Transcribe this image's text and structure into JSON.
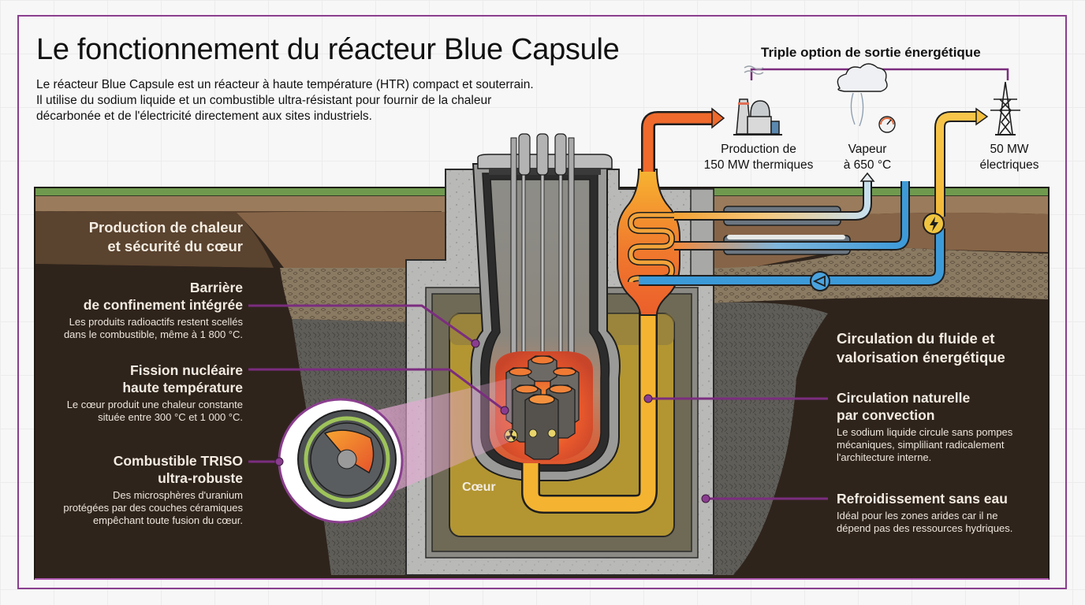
{
  "header": {
    "title": "Le fonctionnement du réacteur Blue Capsule",
    "intro": "Le réacteur Blue Capsule est un réacteur à haute température (HTR) compact et souterrain. Il utilise du sodium liquide et un combustible ultra-résistant pour fournir de la chaleur décarbonée et de l'électricité directement aux sites industriels."
  },
  "outputs": {
    "title": "Triple option de sortie énergétique",
    "items": [
      {
        "icon": "factory-icon",
        "line1": "Production de",
        "line2": "150 MW thermiques"
      },
      {
        "icon": "steam-cloud-gauge-icon",
        "line1": "Vapeur",
        "line2": "à 650 °C"
      },
      {
        "icon": "power-pylon-icon",
        "line1": "50 MW",
        "line2": "électriques"
      }
    ]
  },
  "left_section": {
    "heading_line1": "Production de chaleur",
    "heading_line2": "et sécurité du cœur",
    "items": [
      {
        "title_line1": "Barrière",
        "title_line2": "de confinement intégrée",
        "text_line1": "Les produits radioactifs restent scellés",
        "text_line2": "dans le combustible, même à 1 800 °C."
      },
      {
        "title_line1": "Fission nucléaire",
        "title_line2": "haute température",
        "text_line1": "Le cœur produit une chaleur constante",
        "text_line2": "située entre 300 °C et 1 000 °C."
      },
      {
        "title_line1": "Combustible TRISO",
        "title_line2": "ultra-robuste",
        "text_line1": "Des microsphères d'uranium",
        "text_line2": "protégées par des couches céramiques",
        "text_line3": "empêchant toute fusion du cœur."
      }
    ]
  },
  "right_section": {
    "heading_line1": "Circulation du fluide et",
    "heading_line2": "valorisation énergétique",
    "items": [
      {
        "title_line1": "Circulation naturelle",
        "title_line2": "par convection",
        "text_line1": "Le sodium liquide circule sans pompes",
        "text_line2": "mécaniques, simpliliant radicalement",
        "text_line3": "l'architecture interne."
      },
      {
        "title_line1": "Refroidissement sans eau",
        "text_line1": "Idéal pour les zones arides car il ne",
        "text_line2": "dépend pas des ressources hydriques."
      }
    ]
  },
  "core_label": "Cœur",
  "colors": {
    "frame_purple": "#8a3f8e",
    "leader_purple": "#7b2d7f",
    "hot_orange": "#f26a2e",
    "warm_yellow": "#f4b92f",
    "cool_blue": "#3d9ad8",
    "soil_dark": "#2f241c",
    "concrete": "#b9b9b7",
    "grass": "#6f9a4e"
  }
}
